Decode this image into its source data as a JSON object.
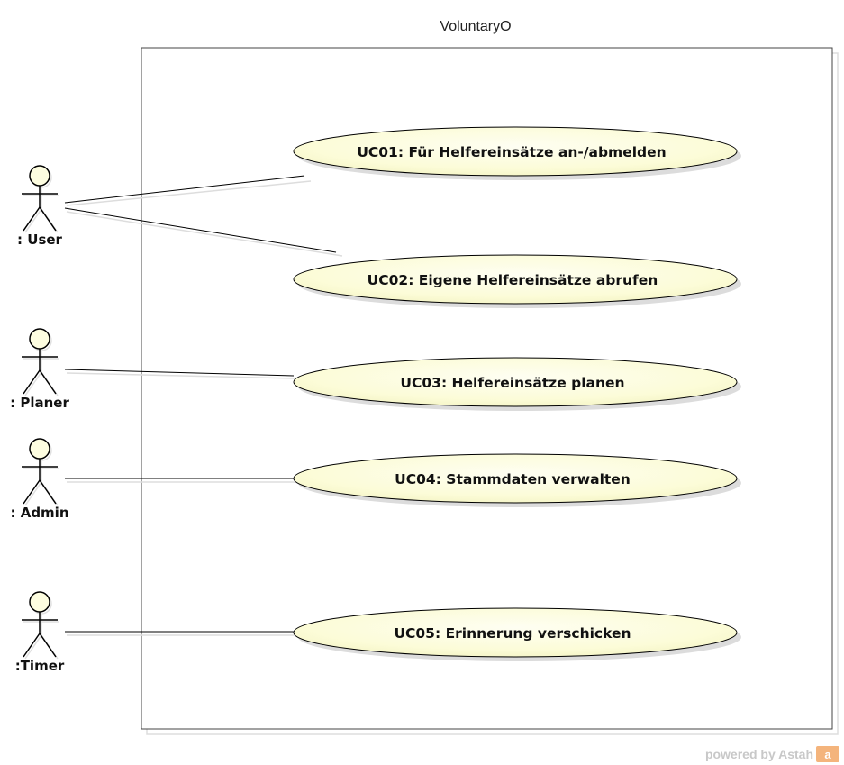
{
  "system": {
    "title": "VoluntaryO"
  },
  "use_cases": [
    {
      "label": "UC01: Für Helfereinsätze an-/abmelden"
    },
    {
      "label": "UC02: Eigene Helfereinsätze abrufen"
    },
    {
      "label": "UC03: Helfereinsätze planen"
    },
    {
      "label": "UC04: Stammdaten verwalten"
    },
    {
      "label": "UC05: Erinnerung verschicken"
    }
  ],
  "actors": [
    {
      "label": ": User"
    },
    {
      "label": ": Planer"
    },
    {
      "label": ": Admin"
    },
    {
      "label": ":Timer"
    }
  ],
  "watermark": {
    "text": "powered by Astah",
    "logo_text": "a"
  },
  "colors": {
    "use_case_fill": "#fdfde0",
    "actor_fill": "#fdfde0",
    "line": "#000000",
    "watermark_logo": "#f0a060"
  }
}
